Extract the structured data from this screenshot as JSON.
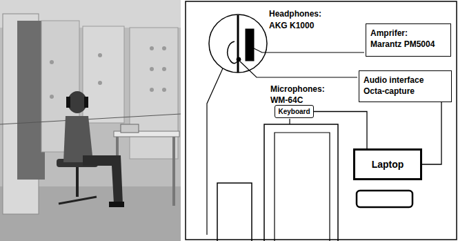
{
  "diagram": {
    "nodes": [
      {
        "text": [
          "Amprifer:",
          "Marantz PM5004"
        ]
      },
      {
        "text": [
          "Audio interface",
          "Octa-capture"
        ]
      },
      {
        "text": [
          "Keyboard"
        ]
      },
      {
        "text": [
          "Laptop"
        ]
      }
    ],
    "edges": [
      {
        "from": 1,
        "to": 3,
        "arrow": "none"
      },
      {
        "from": 2,
        "to": 3,
        "arrow": "none"
      }
    ],
    "labels": [
      "Headphones:",
      "AKG K1000",
      "Microphones:",
      "WM-64C"
    ]
  }
}
